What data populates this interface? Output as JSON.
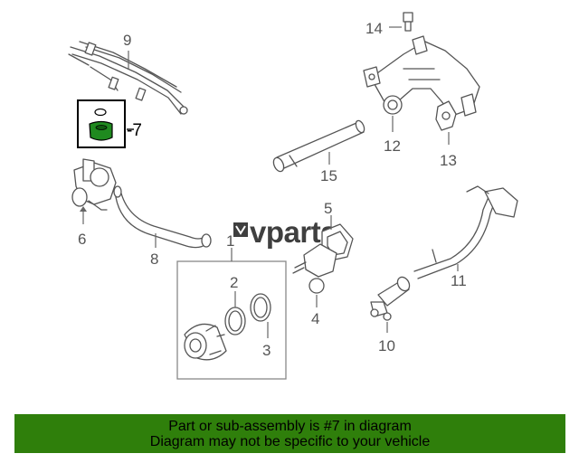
{
  "diagram": {
    "callouts": {
      "c1": "1",
      "c2": "2",
      "c3": "3",
      "c4": "4",
      "c5": "5",
      "c6": "6",
      "c7": "-7",
      "c8": "8",
      "c9": "9",
      "c10": "10",
      "c11": "11",
      "c12": "12",
      "c13": "13",
      "c14": "14",
      "c15": "15"
    },
    "highlight_part": "7",
    "highlight_color": "#1f8a1f",
    "watermark": "vparts"
  },
  "banner": {
    "line1": "Part or sub-assembly is #7 in diagram",
    "line2": "Diagram may not be specific to your vehicle",
    "background": "#2f7f0b"
  }
}
